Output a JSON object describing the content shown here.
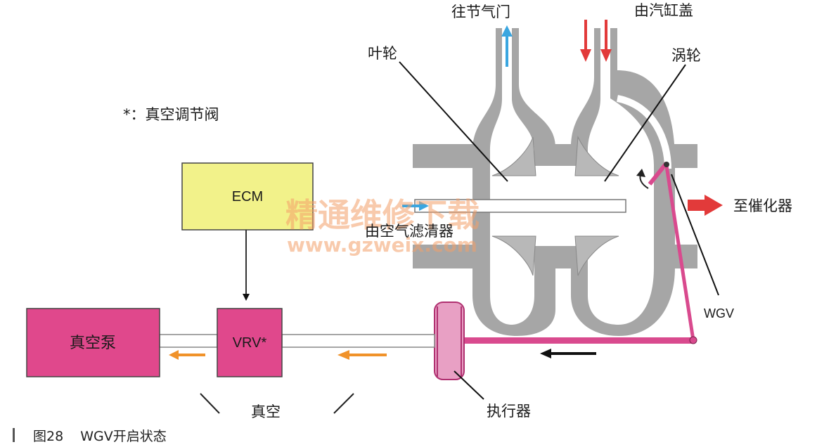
{
  "labels": {
    "to_throttle": "往节气门",
    "from_cylinder_head": "由汽缸盖",
    "impeller": "叶轮",
    "turbine": "涡轮",
    "legend_note": "*：真空调节阀",
    "ecm": "ECM",
    "vrv": "VRV*",
    "vacuum_pump": "真空泵",
    "from_air_filter": "由空气滤清器",
    "to_catalyst": "至催化器",
    "wgv": "WGV",
    "actuator": "执行器",
    "vacuum": "真空"
  },
  "watermark": {
    "line1": "精通维修下载",
    "line2": "www.gzweix.com"
  },
  "caption": {
    "figure_number": "图28",
    "title": "WGV开启状态"
  },
  "colors": {
    "ecm_fill": "#f2f28a",
    "vacuum_fill": "#e0488c",
    "housing": "#a6a6a6",
    "arrow_red": "#e23a3a",
    "arrow_blue": "#3aa6e0",
    "arrow_orange": "#f0922a"
  }
}
